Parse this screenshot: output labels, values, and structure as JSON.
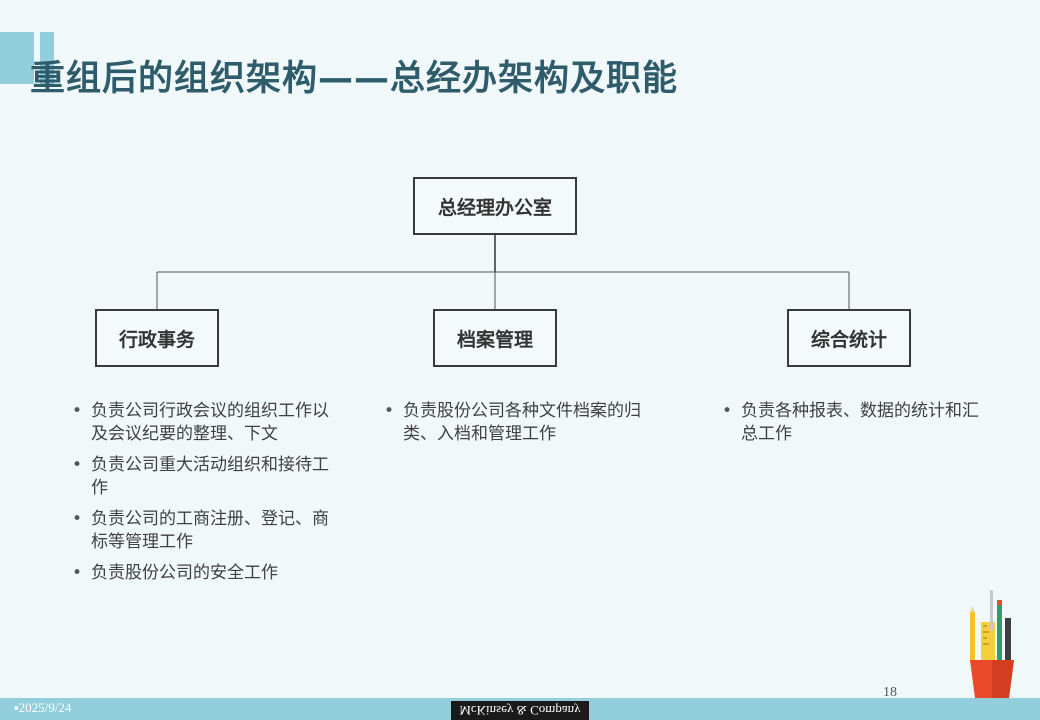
{
  "title": "重组后的组织架构——总经办架构及职能",
  "org": {
    "root": "总经理办公室",
    "departments": [
      {
        "name": "行政事务",
        "duties": [
          "负责公司行政会议的组织工作以及会议纪要的整理、下文",
          "负责公司重大活动组织和接待工作",
          "负责公司的工商注册、登记、商标等管理工作",
          "负责股份公司的安全工作"
        ]
      },
      {
        "name": "档案管理",
        "duties": [
          "负责股份公司各种文件档案的归类、入档和管理工作"
        ]
      },
      {
        "name": "综合统计",
        "duties": [
          "负责各种报表、数据的统计和汇总工作"
        ]
      }
    ]
  },
  "footer": {
    "date": "2025/9/24",
    "logo_text": "McKinsey & Company",
    "page_number": "18"
  },
  "colors": {
    "background": "#f1f8fa",
    "accent": "#93cedd",
    "title": "#2f5c6b",
    "box_border": "#3a3a3a",
    "cup": "#e84a2a"
  },
  "icons": [
    "pencil-cup-icon"
  ]
}
